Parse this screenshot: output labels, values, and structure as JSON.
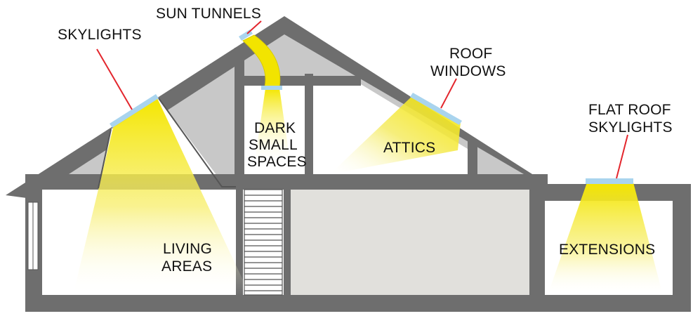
{
  "labels": {
    "sun_tunnels": "SUN TUNNELS",
    "skylights": "SKYLIGHTS",
    "roof_windows_1": "ROOF",
    "roof_windows_2": "WINDOWS",
    "flat_roof_1": "FLAT ROOF",
    "flat_roof_2": "SKYLIGHTS",
    "dark_1": "DARK",
    "dark_2": "SMALL",
    "dark_3": "SPACES",
    "attics": "ATTICS",
    "living_1": "LIVING",
    "living_2": "AREAS",
    "extensions": "EXTENSIONS"
  },
  "colors": {
    "wall": "#6e6e6e",
    "loft": "#c8c8c8",
    "interior_room": "#e1e0dc",
    "glass": "#a9d4ee",
    "light": "#f4e600",
    "leader": "#e3262d",
    "text": "#111111"
  }
}
